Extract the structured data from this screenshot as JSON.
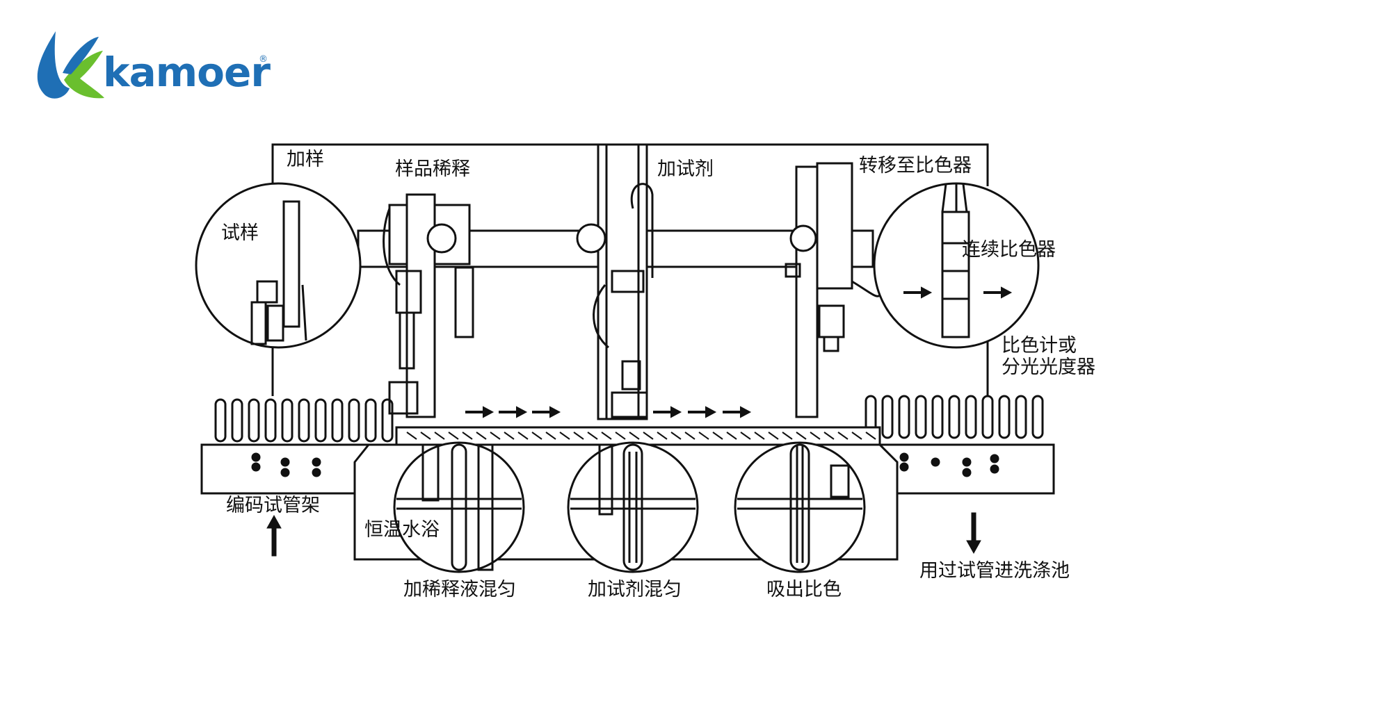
{
  "brand": {
    "name": "kamoer",
    "registered_mark": "®",
    "colors": {
      "blue": "#1f6fb5",
      "green": "#6abf2e"
    }
  },
  "diagram": {
    "labels": {
      "add_sample": "加样",
      "sample_dilution": "样品稀释",
      "add_reagent": "加试剂",
      "transfer_to_colorimeter": "转移至比色器",
      "test_sample": "试样",
      "continuous_colorimeter": "连续比色器",
      "colorimeter_or_spectrophotometer": "比色计或\n分光光度器",
      "coded_tube_rack": "编码试管架",
      "thermostatic_water_bath": "恒温水浴",
      "used_tubes_to_wash_tank": "用过试管进洗涤池",
      "add_diluent_mix": "加稀释液混匀",
      "add_reagent_mix": "加试剂混匀",
      "aspirate_colorimetry": "吸出比色"
    },
    "icons": [
      "droplet-logo-icon",
      "arrow-up-icon",
      "arrow-down-icon",
      "flow-arrow-icon"
    ]
  }
}
